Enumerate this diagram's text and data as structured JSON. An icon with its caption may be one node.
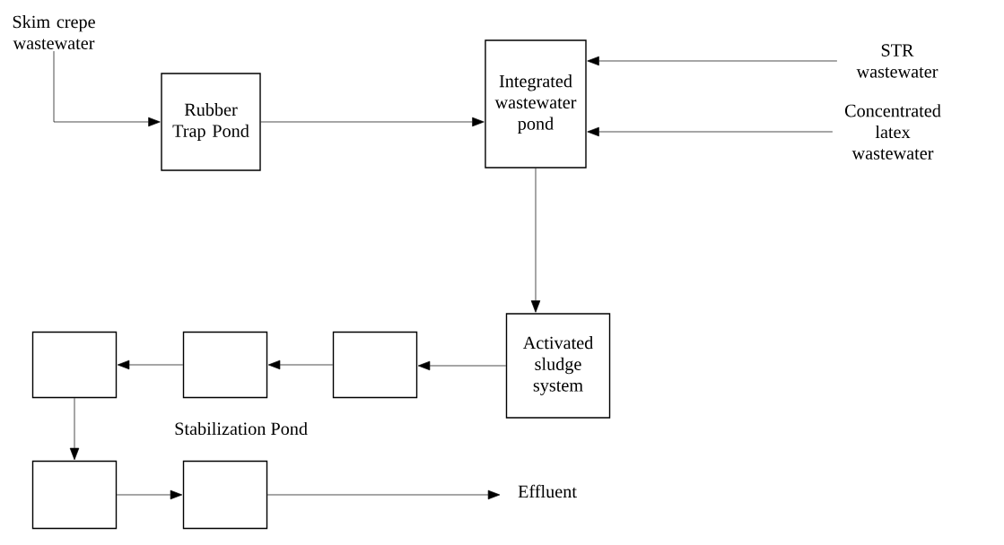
{
  "diagram": {
    "nodes": [
      {
        "text": [
          "Skim crepe wastewater"
        ]
      },
      {
        "text": [
          "Rubber Trap Pond"
        ]
      },
      {
        "text": [
          "Integrated wastewater pond"
        ]
      },
      {
        "text": [
          "STR wastewater"
        ]
      },
      {
        "text": [
          "Concentrated latex wastewater"
        ]
      },
      {
        "text": [
          "Activated sludge system"
        ]
      },
      {
        "text": [],
        "shape": "box"
      },
      {
        "text": [],
        "shape": "box"
      },
      {
        "text": [],
        "shape": "box"
      },
      {
        "text": [],
        "shape": "box"
      },
      {
        "text": [],
        "shape": "box"
      },
      {
        "text": [
          "Effluent"
        ]
      }
    ],
    "edges": [
      {
        "from": 0,
        "to": 1,
        "arrow": "to"
      },
      {
        "from": 1,
        "to": 2,
        "arrow": "to"
      },
      {
        "from": 3,
        "to": 2,
        "arrow": "to"
      },
      {
        "from": 4,
        "to": 2,
        "arrow": "to"
      },
      {
        "from": 2,
        "to": 5,
        "arrow": "to"
      },
      {
        "from": 5,
        "to": 6,
        "arrow": "to"
      },
      {
        "from": 6,
        "to": 7,
        "arrow": "to"
      },
      {
        "from": 7,
        "to": 8,
        "arrow": "to"
      },
      {
        "from": 8,
        "to": 9,
        "arrow": "to"
      },
      {
        "from": 9,
        "to": 10,
        "arrow": "to"
      },
      {
        "from": 10,
        "to": 11,
        "arrow": "to"
      }
    ],
    "labels": [
      "Stabilization Pond"
    ]
  }
}
